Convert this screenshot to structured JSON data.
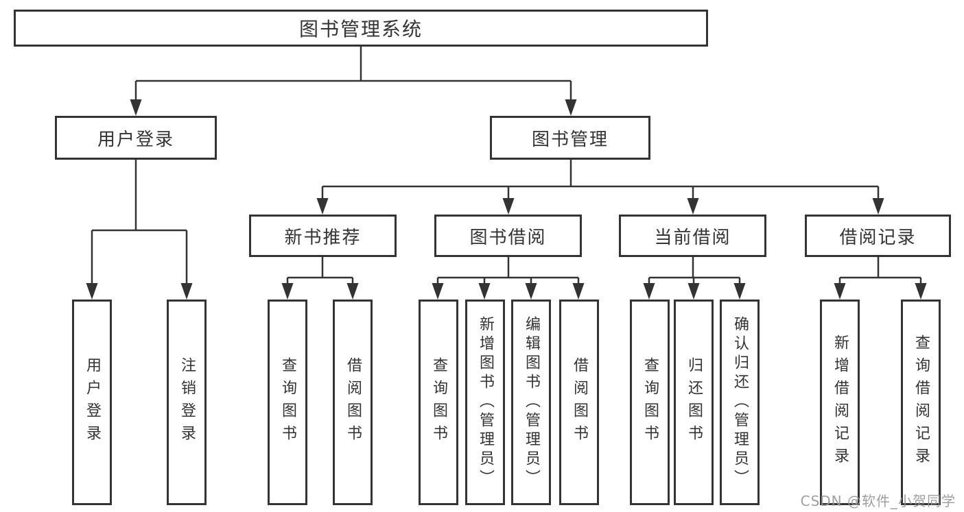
{
  "diagram": {
    "tree": {
      "root": "图书管理系统",
      "branches": [
        {
          "label": "用户登录",
          "leaves": [
            "用户登录",
            "注销登录"
          ]
        },
        {
          "label": "图书管理",
          "sections": [
            {
              "label": "新书推荐",
              "leaves": [
                "查询图书",
                "借阅图书"
              ]
            },
            {
              "label": "图书借阅",
              "leaves": [
                "查询图书",
                "新增图书（管理员）",
                "编辑图书（管理员）",
                "借阅图书"
              ]
            },
            {
              "label": "当前借阅",
              "leaves": [
                "查询图书",
                "归还图书",
                "确认归还（管理员）"
              ]
            },
            {
              "label": "借阅记录",
              "leaves": [
                "新增借阅记录",
                "查询借阅记录"
              ]
            }
          ]
        }
      ]
    },
    "colors": {
      "line": "#333333",
      "box_border": "#333333",
      "box_background": "#ffffff",
      "text": "#333333",
      "watermark": "#969696",
      "canvas_background": "#ffffff"
    },
    "watermark": "CSDN @软件_小贺同学"
  }
}
